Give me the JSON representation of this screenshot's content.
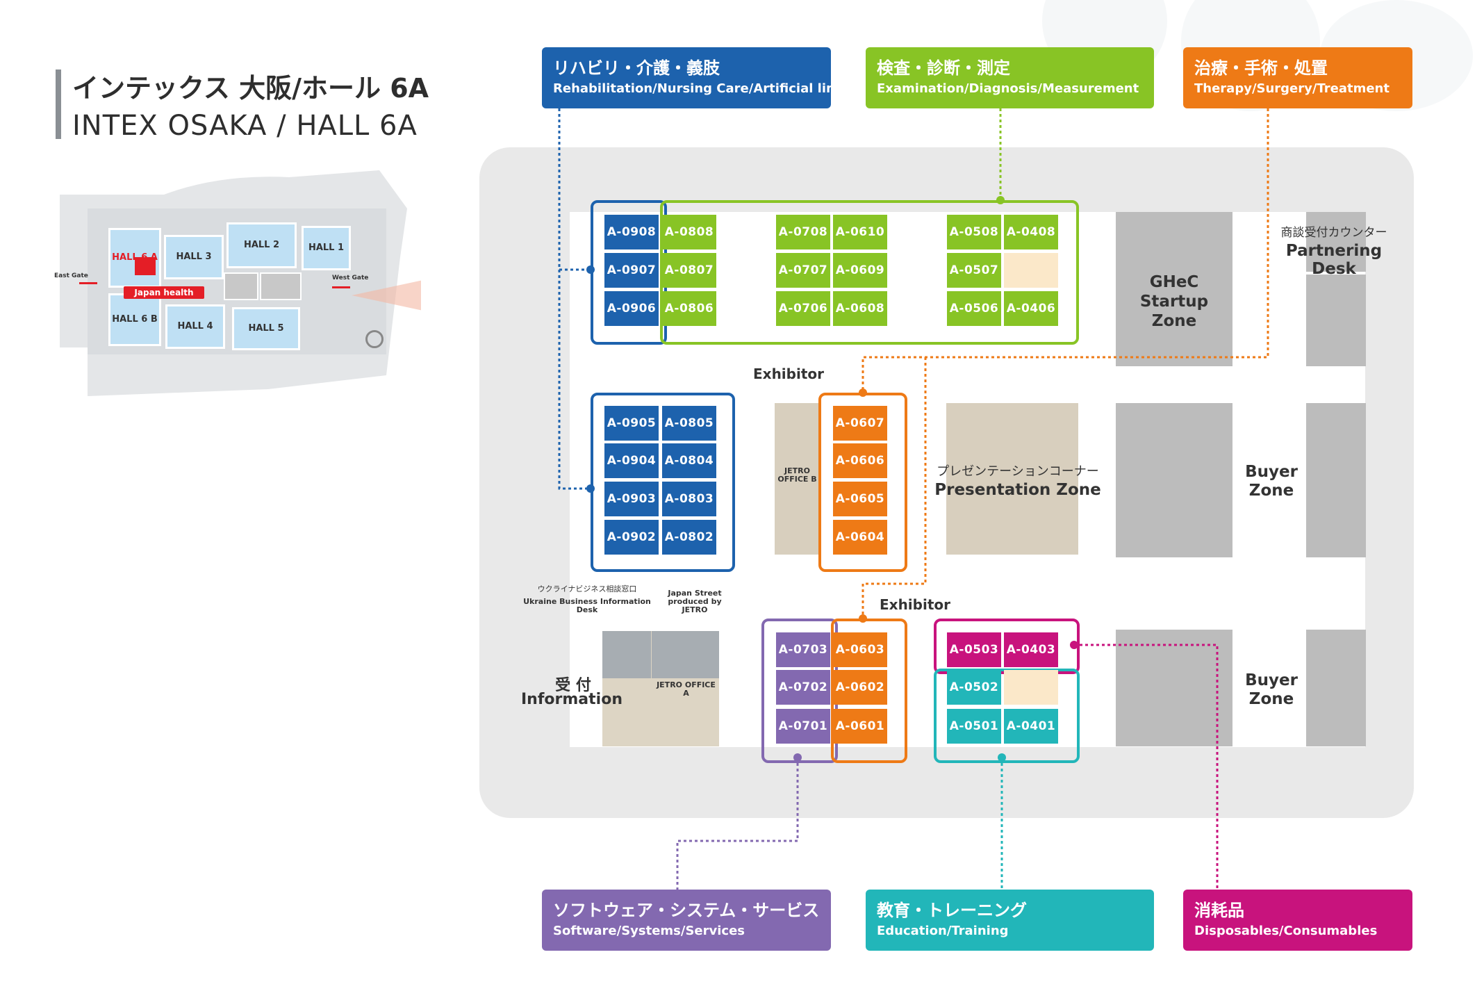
{
  "title": {
    "jp": "インテックス 大阪/ホール 6A",
    "en": "INTEX OSAKA / HALL 6A"
  },
  "mini_map": {
    "halls": {
      "hall6a": "HALL 6 A",
      "hall6b": "HALL 6 B",
      "hall2": "HALL 2",
      "hall1": "HALL 1",
      "hall3": "HALL 3",
      "hall4": "HALL 4",
      "hall5": "HALL 5"
    },
    "japan_health": "Japan health",
    "east_gate": "East Gate",
    "west_gate": "West Gate"
  },
  "categories": {
    "rehab": {
      "jp": "リハビリ・介護・義肢",
      "en": "Rehabilitation/Nursing Care/Artificial limb",
      "color": "#1d62ad"
    },
    "exam": {
      "jp": "検査・診断・測定",
      "en": "Examination/Diagnosis/Measurement",
      "color": "#88c425"
    },
    "therapy": {
      "jp": "治療・手術・処置",
      "en": "Therapy/Surgery/Treatment",
      "color": "#ee7a16"
    },
    "software": {
      "jp": "ソフトウェア・システム・サービス",
      "en": "Software/Systems/Services",
      "color": "#8369b0"
    },
    "education": {
      "jp": "教育・トレーニング",
      "en": "Education/Training",
      "color": "#22b6b9"
    },
    "consumables": {
      "jp": "消耗品",
      "en": "Disposables/Consumables",
      "color": "#c8137d"
    }
  },
  "booths": {
    "a0908": "A-0908",
    "a0907": "A-0907",
    "a0906": "A-0906",
    "a0808": "A-0808",
    "a0807": "A-0807",
    "a0806": "A-0806",
    "a0708": "A-0708",
    "a0707": "A-0707",
    "a0706": "A-0706",
    "a0610": "A-0610",
    "a0609": "A-0609",
    "a0608": "A-0608",
    "a0508": "A-0508",
    "a0507": "A-0507",
    "a0506": "A-0506",
    "a0408": "A-0408",
    "a0406": "A-0406",
    "a0905": "A-0905",
    "a0904": "A-0904",
    "a0903": "A-0903",
    "a0902": "A-0902",
    "a0805": "A-0805",
    "a0804": "A-0804",
    "a0803": "A-0803",
    "a0802": "A-0802",
    "a0607": "A-0607",
    "a0606": "A-0606",
    "a0605": "A-0605",
    "a0604": "A-0604",
    "a0703": "A-0703",
    "a0702": "A-0702",
    "a0701": "A-0701",
    "a0603": "A-0603",
    "a0602": "A-0602",
    "a0601": "A-0601",
    "a0503": "A-0503",
    "a0403": "A-0403",
    "a0502": "A-0502",
    "a0501": "A-0501",
    "a0401": "A-0401"
  },
  "zones": {
    "ghec": "GHeC Startup Zone",
    "partnering_jp": "商談受付カウンター",
    "partnering_en": "Partnering Desk",
    "buyer": "Buyer Zone",
    "presentation_jp": "プレゼンテーションコーナー",
    "presentation_en": "Presentation Zone",
    "jetro_b": "JETRO OFFICE B",
    "jetro_a": "JETRO OFFICE A",
    "exhibitor": "Exhibitor",
    "ukraine_jp": "ウクライナビジネス相談窓口",
    "ukraine_en": "Ukraine Business Information Desk",
    "japan_street": "Japan Street produced by JETRO",
    "info_jp": "受 付",
    "info_en": "Information"
  }
}
